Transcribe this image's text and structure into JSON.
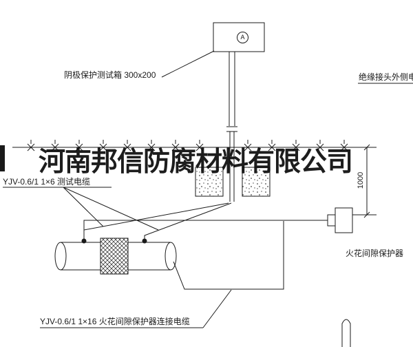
{
  "drawing": {
    "labels": {
      "test_box": "阴极保护测试箱 300x200",
      "insulated_joint_cable": "绝缘接头外侧电缆",
      "test_cable": "YJV-0.6/1 1×6  测试电缆",
      "spark_gap_protector": "火花间隙保护器",
      "connect_cable": "YJV-0.6/1 1×16  火花间隙保护器连接电缆",
      "dimension": "1000",
      "meter": "A"
    },
    "watermark": "河南邦信防腐材料有限公司",
    "colors": {
      "line": "#1a1a1a",
      "background": "#ffffff",
      "watermark": "#0a0a0a"
    }
  }
}
